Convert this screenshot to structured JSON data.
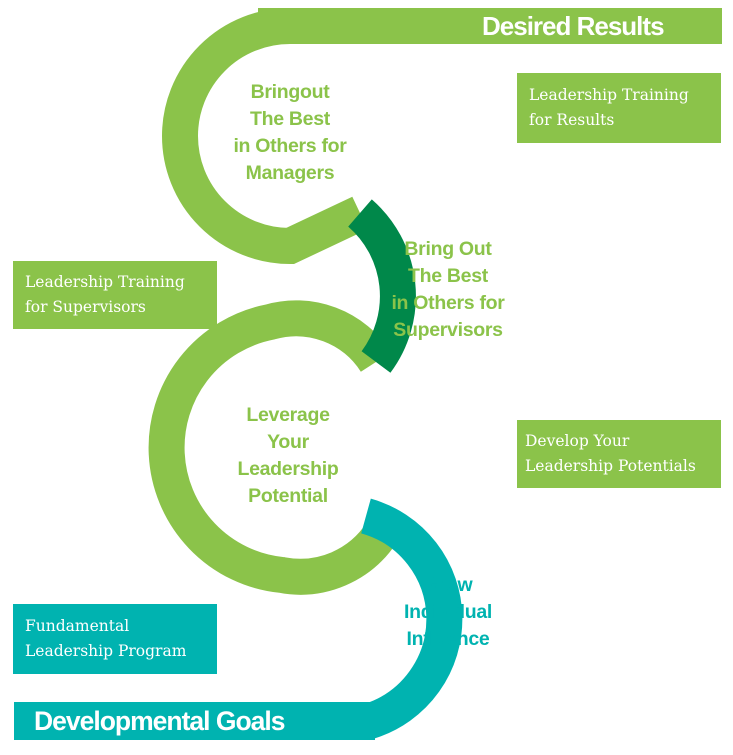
{
  "colors": {
    "light_green": "#8bc34a",
    "dark_green": "#00884a",
    "teal": "#00b3b0",
    "white": "#ffffff"
  },
  "desired_results": "Desired Results",
  "developmental_goals": "Developmental Goals",
  "stages": [
    {
      "lines": [
        "Bringout",
        "The Best",
        "in Others for",
        "Managers"
      ]
    },
    {
      "lines": [
        "Bring Out",
        "The Best",
        "in Others for",
        "Supervisors"
      ]
    },
    {
      "lines": [
        "Leverage",
        "Your",
        "Leadership",
        "Potential"
      ]
    },
    {
      "lines": [
        "Grow",
        "Individual",
        "Influence"
      ]
    }
  ],
  "programs": [
    {
      "lines": [
        "Leadership Training",
        "for Results"
      ]
    },
    {
      "lines": [
        "Leadership Training",
        "for Supervisors"
      ]
    },
    {
      "lines": [
        "Develop Your",
        "Leadership Potentials"
      ]
    },
    {
      "lines": [
        "Fundamental",
        "Leadership Program"
      ]
    }
  ]
}
